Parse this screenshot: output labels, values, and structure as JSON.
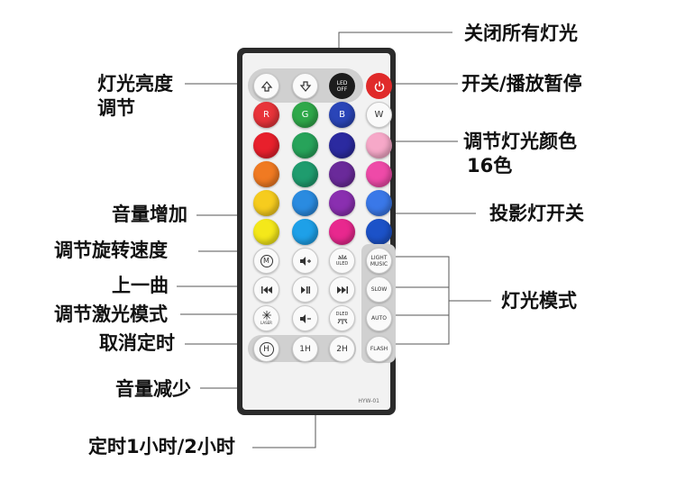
{
  "labels": {
    "brightness": "灯光亮度",
    "brightness2": "调节",
    "all_off": "关闭所有灯光",
    "power": "开关/播放暂停",
    "color": "调节灯光颜色",
    "color2": "16色",
    "volume_up": "音量增加",
    "projector": "投影灯开关",
    "speed": "调节旋转速度",
    "prev": "上一曲",
    "light_mode": "灯光模式",
    "laser_mode": "调节激光模式",
    "cancel_timer": "取消定时",
    "volume_down": "音量减少",
    "timer": "定时1小时/2小时"
  },
  "remote": {
    "led_off_top": "LED",
    "led_off_bottom": "OFF",
    "rgbw": [
      "R",
      "G",
      "B",
      "W"
    ],
    "light_music_1": "LIGHT",
    "light_music_2": "MUSIC",
    "slow": "SLOW",
    "auto": "AUTO",
    "flash": "FLASH",
    "laser": "LASER",
    "uled": "ULED",
    "dled": "DLED",
    "h": "H",
    "one_h": "1H",
    "two_h": "2H",
    "m": "M",
    "model": "HYW-01"
  },
  "colors": {
    "row1": [
      "#e8343a",
      "#2fa84a",
      "#2a45b8",
      "#fafafa"
    ],
    "row2": [
      "#e8202c",
      "#27a35a",
      "#2b2aa0",
      "#f6a8c8"
    ],
    "row3": [
      "#f07a22",
      "#1f9c6e",
      "#6a2a9a",
      "#ee4aa8"
    ],
    "row4": [
      "#f6cc1e",
      "#2a8be0",
      "#8a2fb0",
      "#3a78e8"
    ],
    "row5": [
      "#f4e81a",
      "#1ea0e8",
      "#e8288e",
      "#1c52c8"
    ]
  }
}
